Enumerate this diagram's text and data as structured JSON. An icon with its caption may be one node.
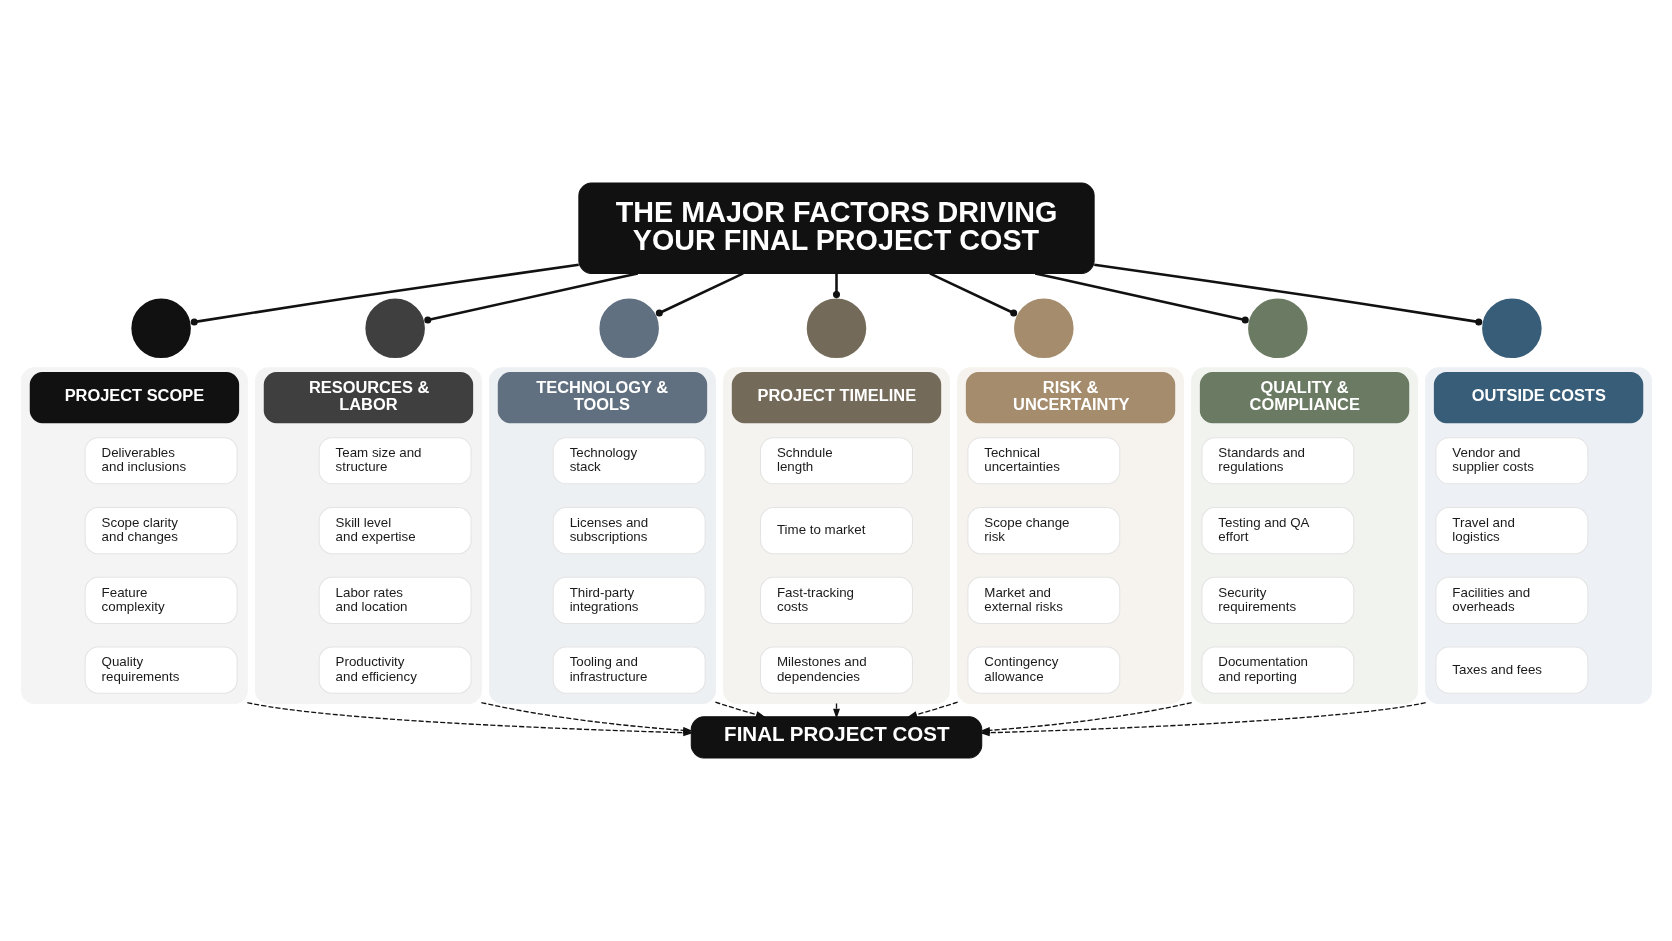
{
  "diagram": {
    "nodes": [
      {
        "text": [
          "THE MAJOR FACTORS DRIVING YOUR FINAL PROJECT COST"
        ]
      },
      {
        "text": [],
        "shape": "circle"
      },
      {
        "text": [
          "PROJECT SCOPE"
        ]
      },
      {
        "text": [
          "Deliverables and inclusions"
        ],
        "in": 2
      },
      {
        "text": [
          "Scope clarity and changes"
        ],
        "in": 2
      },
      {
        "text": [
          "Feature complexity"
        ],
        "in": 2
      },
      {
        "text": [
          "Quality requirements"
        ],
        "in": 2
      },
      {
        "text": [],
        "shape": "circle"
      },
      {
        "text": [
          "RESOURCES & LABOR"
        ]
      },
      {
        "text": [
          "Team size and structure"
        ],
        "in": 8
      },
      {
        "text": [
          "Skill level and expertise"
        ],
        "in": 8
      },
      {
        "text": [
          "Labor rates and location"
        ],
        "in": 8
      },
      {
        "text": [
          "Productivity and efficiency"
        ],
        "in": 8
      },
      {
        "text": [],
        "shape": "circle"
      },
      {
        "text": [
          "TECHNOLOGY & TOOLS"
        ]
      },
      {
        "text": [
          "Technology stack"
        ],
        "in": 14
      },
      {
        "text": [
          "Licenses and subscriptions"
        ],
        "in": 14
      },
      {
        "text": [
          "Third-party integrations"
        ],
        "in": 14
      },
      {
        "text": [
          "Tooling and infrastructure"
        ],
        "in": 14
      },
      {
        "text": [],
        "shape": "circle"
      },
      {
        "text": [
          "PROJECT TIMELINE"
        ]
      },
      {
        "text": [
          "Schndule length"
        ],
        "in": 20
      },
      {
        "text": [
          "Time to market"
        ],
        "in": 20
      },
      {
        "text": [
          "Fast-tracking costs"
        ],
        "in": 20
      },
      {
        "text": [
          "Milestones and dependencies"
        ],
        "in": 20
      },
      {
        "text": [],
        "shape": "circle"
      },
      {
        "text": [
          "RISK & UNCERTAINTY"
        ]
      },
      {
        "text": [
          "Technical uncertainties"
        ],
        "in": 26
      },
      {
        "text": [
          "Scope change risk"
        ],
        "in": 26
      },
      {
        "text": [
          "Market and external risks"
        ],
        "in": 26
      },
      {
        "text": [
          "Contingency allowance"
        ],
        "in": 26
      },
      {
        "text": [],
        "shape": "circle"
      },
      {
        "text": [
          "QUALITY & COMPLIANCE"
        ]
      },
      {
        "text": [
          "Standards and regulations"
        ],
        "in": 32
      },
      {
        "text": [
          "Testing and QA effort"
        ],
        "in": 32
      },
      {
        "text": [
          "Security requirements"
        ],
        "in": 32
      },
      {
        "text": [
          "Documentation and reporting"
        ],
        "in": 32
      },
      {
        "text": [],
        "shape": "circle"
      },
      {
        "text": [
          "OUTSIDE COSTS"
        ]
      },
      {
        "text": [
          "Vendor and supplier costs"
        ],
        "in": 38
      },
      {
        "text": [
          "Travel and logistics"
        ],
        "in": 38
      },
      {
        "text": [
          "Facilities and overheads"
        ],
        "in": 38
      },
      {
        "text": [
          "Taxes and fees"
        ],
        "in": 38
      },
      {
        "text": [
          "FINAL PROJECT COST"
        ]
      }
    ],
    "edges": [
      {
        "from": 0,
        "to": 1,
        "arrow": "other"
      },
      {
        "from": 0,
        "to": 7,
        "arrow": "other"
      },
      {
        "from": 0,
        "to": 13,
        "arrow": "other"
      },
      {
        "from": 0,
        "to": 19,
        "arrow": "other"
      },
      {
        "from": 0,
        "to": 25,
        "arrow": "other"
      },
      {
        "from": 0,
        "to": 31,
        "arrow": "other"
      },
      {
        "from": 0,
        "to": 37,
        "arrow": "other"
      },
      {
        "from": 2,
        "to": 43,
        "arrow": "to",
        "style": "dashed"
      },
      {
        "from": 8,
        "to": 43,
        "arrow": "to",
        "style": "dashed"
      },
      {
        "from": 14,
        "to": 43,
        "arrow": "to",
        "style": "dashed"
      },
      {
        "from": 20,
        "to": 43,
        "arrow": "to",
        "style": "dashed"
      },
      {
        "from": 26,
        "to": 43,
        "arrow": "to",
        "style": "dashed"
      },
      {
        "from": 32,
        "to": 43,
        "arrow": "to",
        "style": "dashed"
      },
      {
        "from": 38,
        "to": 43,
        "arrow": "to",
        "style": "dashed"
      }
    ]
  }
}
